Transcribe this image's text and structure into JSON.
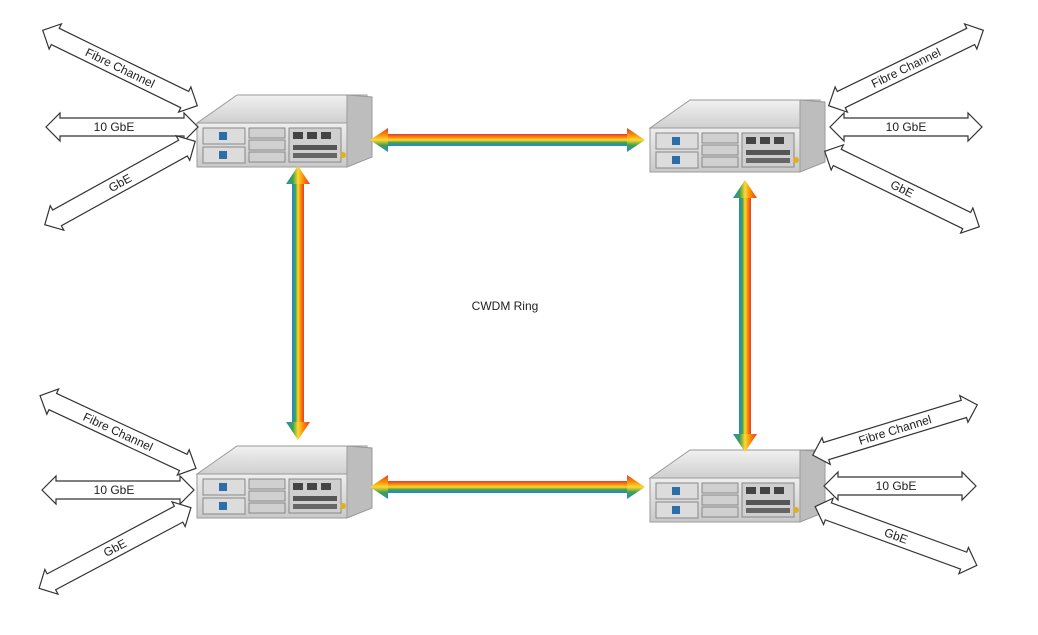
{
  "center_label": "CWDM Ring",
  "protocols": {
    "fibre_channel": "Fibre Channel",
    "ten_gbe": "10 GbE",
    "gbe": "GbE"
  },
  "nodes": [
    {
      "id": "node-top-left",
      "position": "top-left"
    },
    {
      "id": "node-top-right",
      "position": "top-right"
    },
    {
      "id": "node-bottom-left",
      "position": "bottom-left"
    },
    {
      "id": "node-bottom-right",
      "position": "bottom-right"
    }
  ],
  "colors": {
    "link_spectrum": [
      "#e53935",
      "#fb8c00",
      "#fdd835",
      "#43a047",
      "#1e88e5"
    ],
    "arrow_stroke": "#333333",
    "arrow_fill": "#ffffff",
    "device_body": "#e4e4e4"
  }
}
